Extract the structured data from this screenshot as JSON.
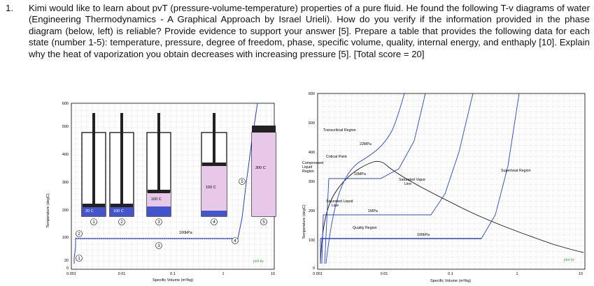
{
  "question": {
    "number": "1.",
    "text": "Kimi would like to learn about pvT (pressure-volume-temperature) properties of a pure fluid. He found the following T-v diagrams of water (Engineering Thermodynamics - A Graphical Approach by Israel Urieli). How do you verify if the information provided in the phase diagram (below, left) is reliable? Provide evidence to support your answer [5]. Prepare a table that provides the following data for each state (number 1-5): temperature, pressure, degree of freedom, phase, specific volume, quality, internal energy, and enthaply [10]. Explain why the heat of vaporization you obtain decreases with increasing pressure [5]. [Total score = 20]"
  },
  "left_figure": {
    "ylabel": "Temperature (degC)",
    "xlabel": "Specific Volume (m³/kg)",
    "yticks": [
      "20",
      "100",
      "200",
      "300",
      "400",
      "500",
      "600"
    ],
    "yticks_bottom": "0",
    "xticks": [
      "0.001",
      "0.01",
      "0.1",
      "1",
      "10"
    ],
    "cylinder_labels": [
      "20 C",
      "100 C",
      "100 C",
      "100 C",
      "300 C"
    ],
    "state_numbers": [
      "1",
      "2",
      "3",
      "4",
      "5"
    ],
    "isobar_label": "100kPa",
    "credit": "plot by"
  },
  "right_figure": {
    "ylabel": "Temperature (degC)",
    "xlabel": "Specific Volume (m³/kg)",
    "yticks": [
      "100",
      "200",
      "300",
      "400",
      "500",
      "600"
    ],
    "yticks_bottom": "0",
    "xticks": [
      "0.001",
      "0.01",
      "0.1",
      "1",
      "10"
    ],
    "labels": {
      "transcritical": "Transcritical Region",
      "p22": "22MPa",
      "critical": "Critical Point",
      "compressed": "Compressed\nLiquid\nRegion",
      "p10": "10MPa",
      "sat_vapor": "Saturated Vapor\nLine",
      "superheat": "Superheat Region",
      "sat_liquid": "Saturated Liquid\nLine",
      "p1": "1MPa",
      "quality": "Quality Region",
      "p100k": "100kPa"
    },
    "credit": "plot by"
  },
  "colors": {
    "isobar": "#2244dd",
    "dome": "#111111",
    "liquid": "#4455cc",
    "vapor": "#e8c8e8",
    "grid": "#8a8a8a"
  }
}
